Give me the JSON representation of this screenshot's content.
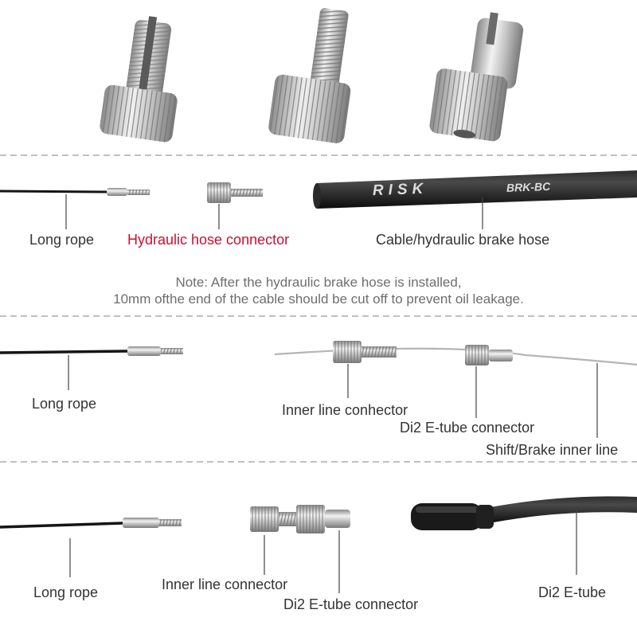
{
  "colors": {
    "accent_red": "#c8102e",
    "label_text": "#333333",
    "note_text": "#6e6e6e",
    "divider": "#9a9a9a",
    "cable": "#151515",
    "metal_light": "#eeeeee",
    "metal_dark": "#8a8a8a"
  },
  "icons": {
    "top_row": [
      "slotted-adjuster-bolt-icon",
      "threaded-adjuster-bolt-icon",
      "barrel-adjuster-icon"
    ]
  },
  "section1": {
    "labels": {
      "long_rope": "Long rope",
      "hose_connector": "Hydraulic hose connector",
      "brake_hose": "Cable/hydraulic brake hose"
    },
    "hose_print": {
      "brand": "RISK",
      "model": "BRK-BC"
    },
    "note_line1": "Note: After the hydraulic brake hose is installed,",
    "note_line2": "10mm ofthe end of the cable should be cut off to prevent oil leakage."
  },
  "section2": {
    "labels": {
      "long_rope": "Long rope",
      "inner_line_connector": "Inner line conhector",
      "etube_connector": "Di2 E-tube connector",
      "inner_line": "Shift/Brake inner line"
    }
  },
  "section3": {
    "labels": {
      "long_rope": "Long rope",
      "inner_line_connector": "Inner line connector",
      "etube_connector": "Di2 E-tube connector",
      "etube": "Di2 E-tube"
    }
  }
}
